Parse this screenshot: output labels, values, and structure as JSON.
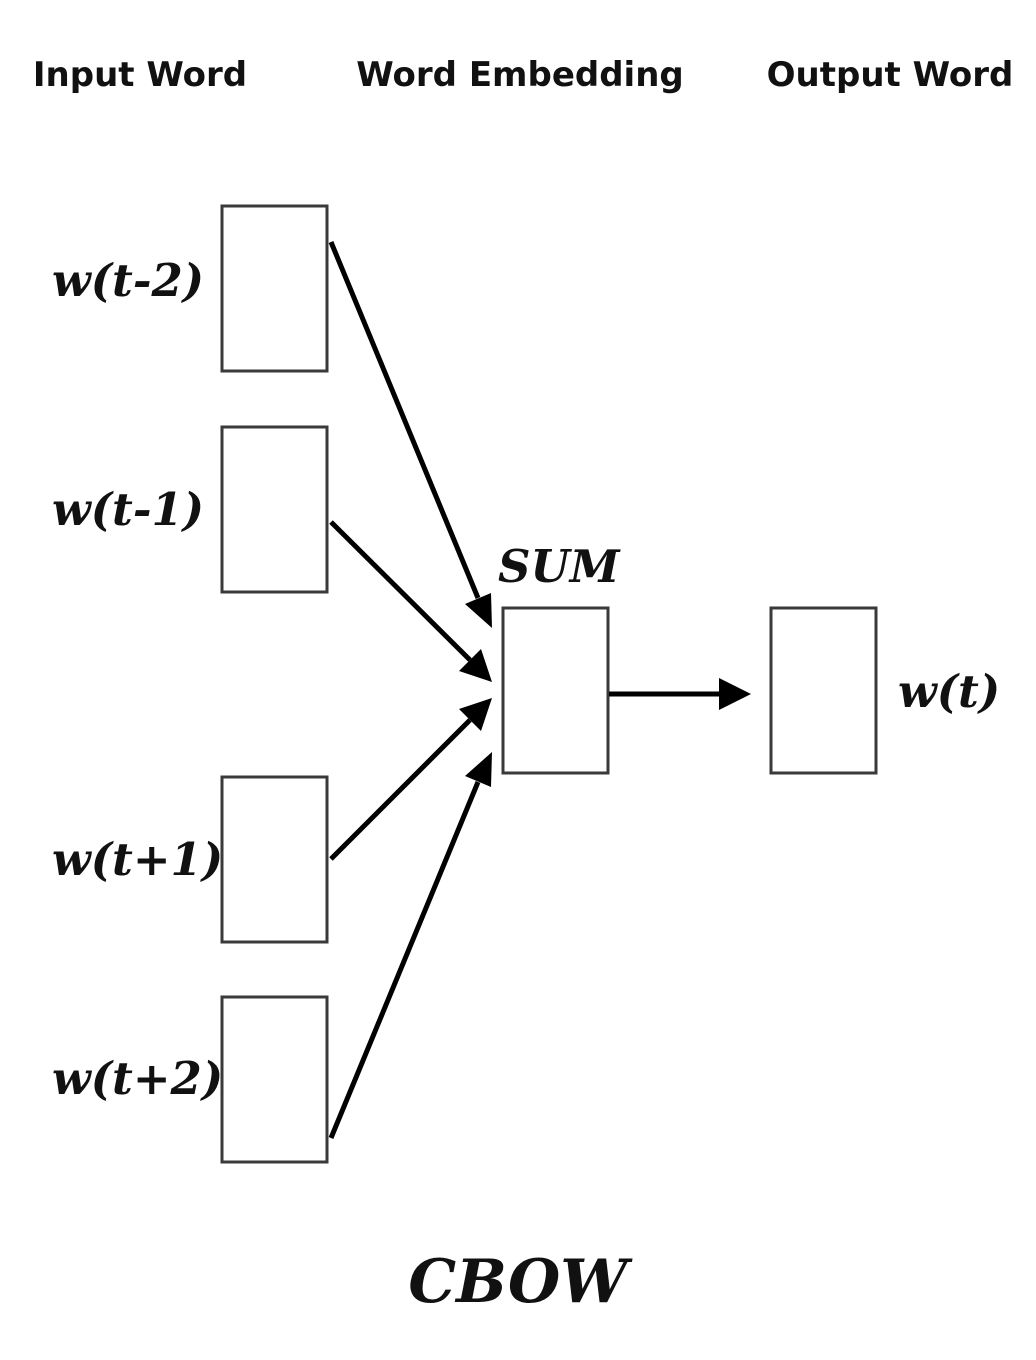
{
  "headers": {
    "input": "Input Word",
    "embedding": "Word Embedding",
    "output": "Output Word"
  },
  "inputs": [
    "w(t-2)",
    "w(t-1)",
    "w(t+1)",
    "w(t+2)"
  ],
  "sum_label": "SUM",
  "output_label": "w(t)",
  "title": "CBOW",
  "colors": {
    "text": "#111111",
    "box_stroke": "#3a3a3a",
    "arrow": "#000000"
  }
}
